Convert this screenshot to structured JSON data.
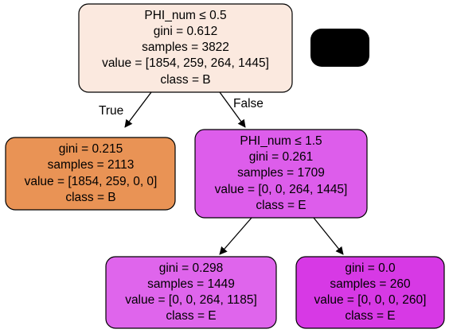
{
  "nodes": {
    "root": {
      "lines": [
        "PHI_num ≤ 0.5",
        "gini = 0.612",
        "samples = 3822",
        "value = [1854, 259, 264, 1445]",
        "class = B"
      ],
      "fill": "#fbe9df"
    },
    "left": {
      "lines": [
        "gini = 0.215",
        "samples = 2113",
        "value = [1854, 259, 0, 0]",
        "class = B"
      ],
      "fill": "#e99355"
    },
    "right": {
      "lines": [
        "PHI_num ≤ 1.5",
        "gini = 0.261",
        "samples = 1709",
        "value = [0, 0, 264, 1445]",
        "class = E"
      ],
      "fill": "#dd5deb"
    },
    "right_left": {
      "lines": [
        "gini = 0.298",
        "samples = 1449",
        "value = [0, 0, 264, 1185]",
        "class = E"
      ],
      "fill": "#df65ec"
    },
    "right_right": {
      "lines": [
        "gini = 0.0",
        "samples = 260",
        "value = [0, 0, 0, 260]",
        "class = E"
      ],
      "fill": "#d739e5"
    }
  },
  "edges": {
    "true_label": "True",
    "false_label": "False"
  },
  "colors": {
    "node_stroke": "#000000",
    "edge": "#000000",
    "redaction_box": "#000000"
  }
}
